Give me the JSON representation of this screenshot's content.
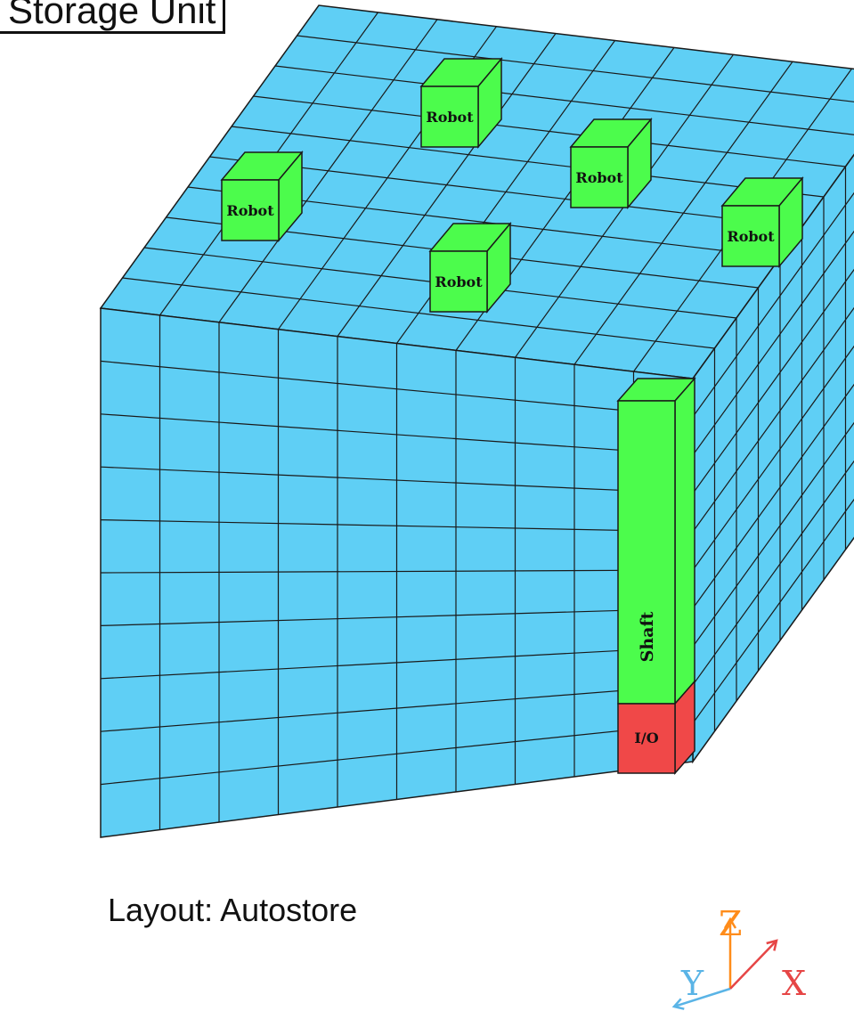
{
  "header": {
    "title": "Storage Unit"
  },
  "layout_caption": "Layout: Autostore",
  "labels": {
    "robot": "Robot",
    "shaft": "Shaft",
    "io": "I/O"
  },
  "axes": {
    "z": "Z",
    "y": "Y",
    "x": "X"
  },
  "grid": {
    "cols_front": 10,
    "rows_front": 10,
    "depth_cells": 10
  },
  "colors": {
    "bin": "#5fcff5",
    "robot": "#4cfc4c",
    "shaft": "#4cfc4c",
    "io": "#f04848",
    "axis_z": "#ff8c1a",
    "axis_y": "#5ab4e6",
    "axis_x": "#e64646",
    "line": "#1a1a1a"
  }
}
